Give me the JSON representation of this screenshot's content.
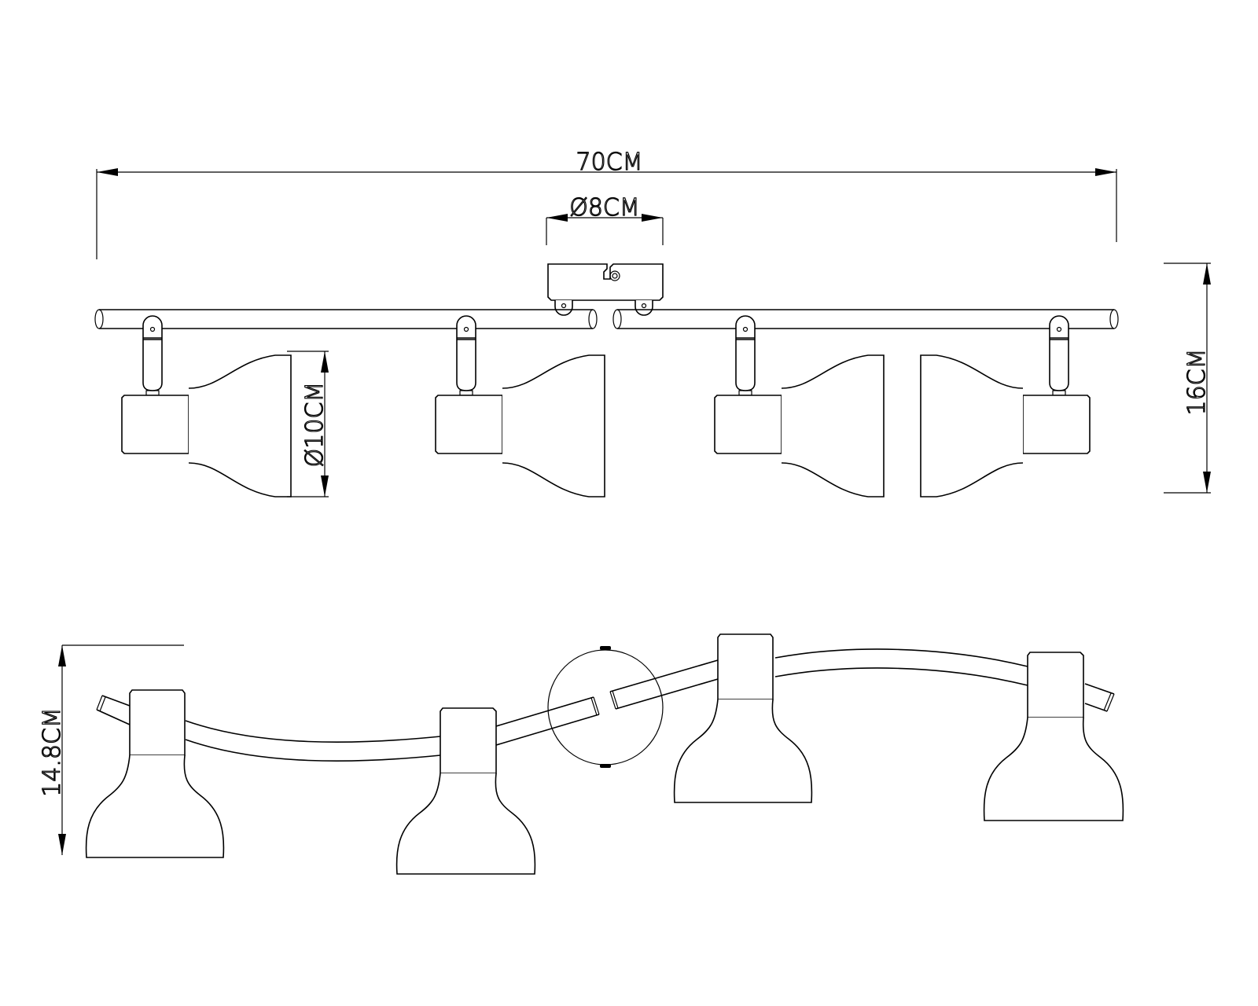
{
  "drawing": {
    "subject": "4-spot ceiling lamp technical dimension drawing",
    "views": [
      "front-view",
      "top-view"
    ],
    "line_color": "#000000",
    "background_color": "#ffffff"
  },
  "dimensions": {
    "total_length": "70CM",
    "canopy_diameter": "Ø8CM",
    "shade_diameter": "Ø10CM",
    "height_front": "16CM",
    "height_top": "14.8CM"
  },
  "front_view": {
    "spots": [
      {
        "id": 1,
        "shade_facing": "right"
      },
      {
        "id": 2,
        "shade_facing": "right"
      },
      {
        "id": 3,
        "shade_facing": "right"
      },
      {
        "id": 4,
        "shade_facing": "left"
      }
    ]
  },
  "top_view": {
    "spots": [
      {
        "id": 1
      },
      {
        "id": 2
      },
      {
        "id": 3
      },
      {
        "id": 4
      }
    ]
  }
}
